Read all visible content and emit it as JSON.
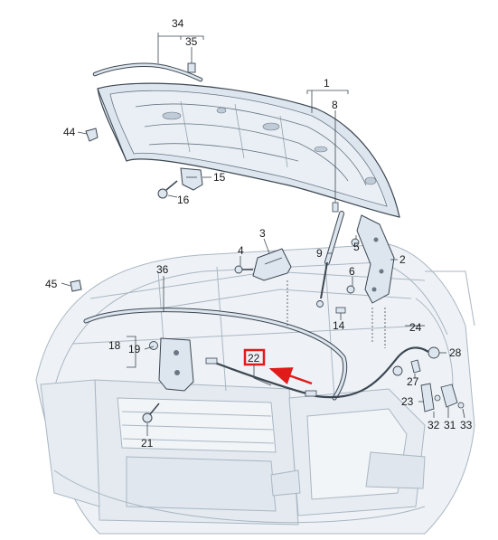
{
  "colors": {
    "part_fill": "#dde6ef",
    "part_fill_light": "#e9eff5",
    "part_fill_dark": "#bfcbd7",
    "outline": "#3c4650",
    "ghost_outline": "#aab6c2",
    "highlight_box": "#e11a1a",
    "highlight_arrow": "#e11a1a"
  },
  "callouts": {
    "c1": "1",
    "c2": "2",
    "c3": "3",
    "c4": "4",
    "c5": "5",
    "c6": "6",
    "c8": "8",
    "c9": "9",
    "c14": "14",
    "c15": "15",
    "c16": "16",
    "c18": "18",
    "c19": "19",
    "c21": "21",
    "c22": "22",
    "c23": "23",
    "c24": "24",
    "c27": "27",
    "c28": "28",
    "c31": "31",
    "c32": "32",
    "c33": "33",
    "c34": "34",
    "c35": "35",
    "c36": "36",
    "c44": "44",
    "c45": "45"
  },
  "highlighted_part": "22"
}
